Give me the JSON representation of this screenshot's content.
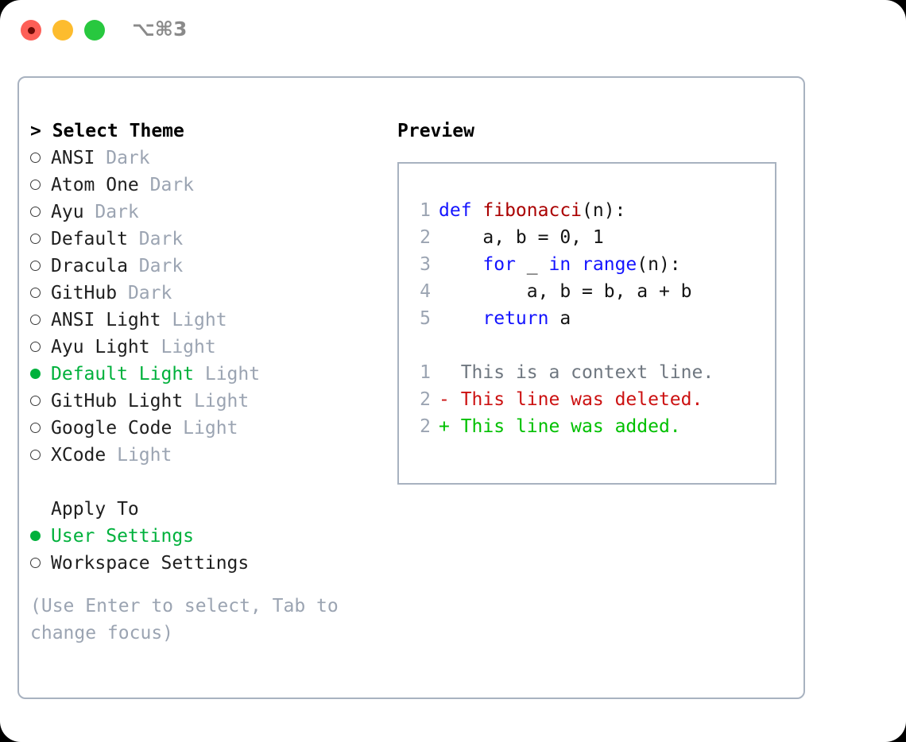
{
  "window": {
    "shortcut": "⌥⌘3",
    "traffic_lights": [
      {
        "name": "close-button",
        "color": "#fd5f57"
      },
      {
        "name": "minimize-button",
        "color": "#fdbc2e"
      },
      {
        "name": "maximize-button",
        "color": "#28c83f"
      }
    ]
  },
  "colors": {
    "accent_green": "#00b13c",
    "muted_gray": "#9ba4b2",
    "border": "#a8b2c0",
    "keyword_blue": "#1414ff",
    "function_red": "#aa0000",
    "diff_deleted": "#cc1111",
    "diff_added": "#00c000"
  },
  "theme_list": {
    "heading": "> Select Theme",
    "items": [
      {
        "marker": "ring",
        "name": "ANSI",
        "tag": "Dark",
        "selected": false
      },
      {
        "marker": "ring",
        "name": "Atom One",
        "tag": "Dark",
        "selected": false
      },
      {
        "marker": "ring",
        "name": "Ayu",
        "tag": "Dark",
        "selected": false
      },
      {
        "marker": "ring",
        "name": "Default",
        "tag": "Dark",
        "selected": false
      },
      {
        "marker": "ring",
        "name": "Dracula",
        "tag": "Dark",
        "selected": false
      },
      {
        "marker": "ring",
        "name": "GitHub",
        "tag": "Dark",
        "selected": false
      },
      {
        "marker": "ring",
        "name": "ANSI Light",
        "tag": "Light",
        "selected": false
      },
      {
        "marker": "ring",
        "name": "Ayu Light",
        "tag": "Light",
        "selected": false
      },
      {
        "marker": "dot",
        "name": "Default Light",
        "tag": "Light",
        "selected": true
      },
      {
        "marker": "ring",
        "name": "GitHub Light",
        "tag": "Light",
        "selected": false
      },
      {
        "marker": "ring",
        "name": "Google Code",
        "tag": "Light",
        "selected": false
      },
      {
        "marker": "ring",
        "name": "XCode",
        "tag": "Light",
        "selected": false
      }
    ]
  },
  "apply_to": {
    "heading": "Apply To",
    "items": [
      {
        "marker": "dot",
        "name": "User Settings",
        "selected": true
      },
      {
        "marker": "ring",
        "name": "Workspace Settings",
        "selected": false
      }
    ]
  },
  "hint": "(Use Enter to select, Tab to change focus)",
  "preview": {
    "title": "Preview",
    "code_lines": [
      {
        "number": "1",
        "segments": [
          {
            "text": "def ",
            "style": "kw"
          },
          {
            "text": "fibonacci",
            "style": "fn"
          },
          {
            "text": "(n):",
            "style": "pl"
          }
        ]
      },
      {
        "number": "2",
        "segments": [
          {
            "text": "    a, b = 0, 1",
            "style": "pl"
          }
        ]
      },
      {
        "number": "3",
        "segments": [
          {
            "text": "    ",
            "style": "pl"
          },
          {
            "text": "for",
            "style": "kw"
          },
          {
            "text": " _ ",
            "style": "pl"
          },
          {
            "text": "in range",
            "style": "kw"
          },
          {
            "text": "(n):",
            "style": "pl"
          }
        ]
      },
      {
        "number": "4",
        "segments": [
          {
            "text": "        a, b = b, a + b",
            "style": "pl"
          }
        ]
      },
      {
        "number": "5",
        "segments": [
          {
            "text": "    ",
            "style": "pl"
          },
          {
            "text": "return",
            "style": "kw"
          },
          {
            "text": " a",
            "style": "pl"
          }
        ]
      }
    ],
    "diff_lines": [
      {
        "number": "1",
        "sign": " ",
        "text": "This is a context line.",
        "style": "ctx"
      },
      {
        "number": "2",
        "sign": "-",
        "text": "This line was deleted.",
        "style": "del"
      },
      {
        "number": "2",
        "sign": "+",
        "text": "This line was added.",
        "style": "add"
      }
    ]
  }
}
